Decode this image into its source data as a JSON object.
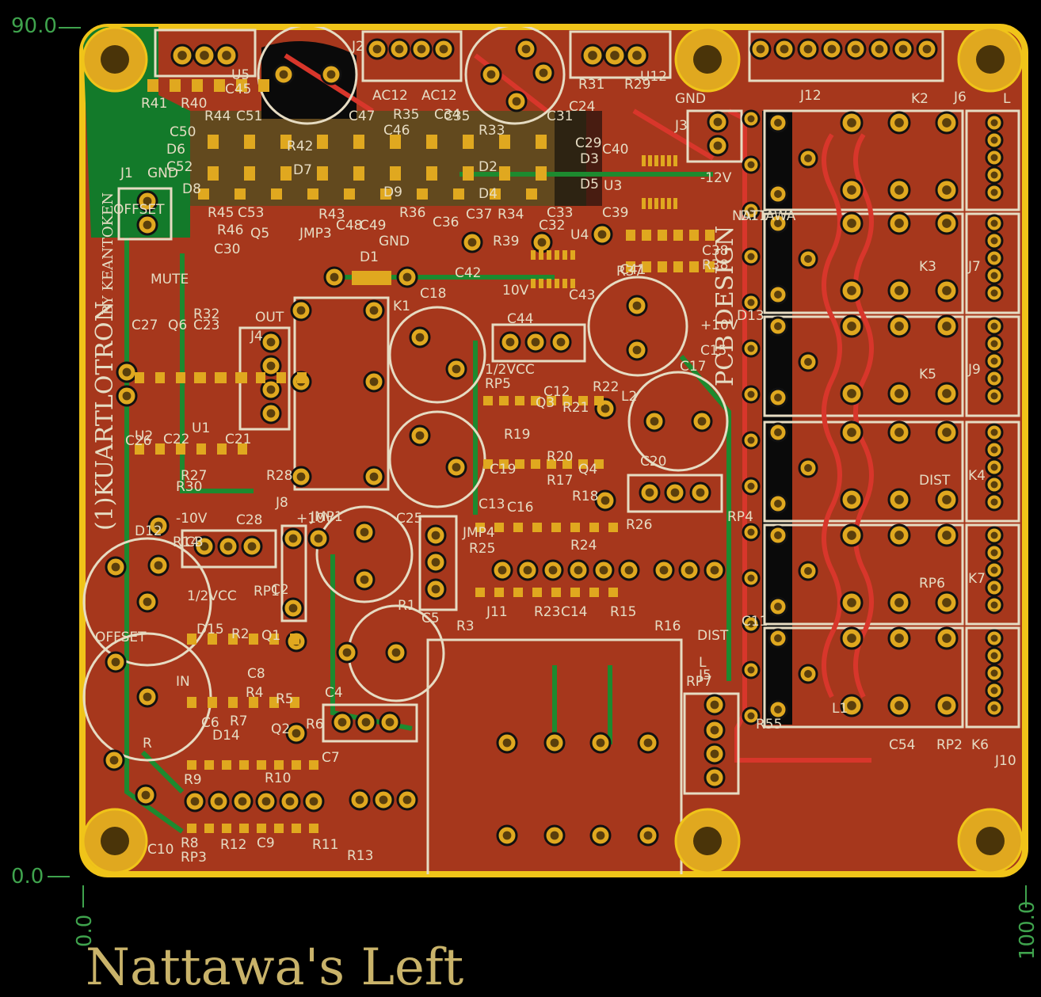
{
  "board": {
    "brand": "(1)KUARTLOTRON",
    "brand_by": "BY KEANTOKEN",
    "pcb_design": "PCB DESIGN",
    "pcb_designer": "NATTAWA",
    "title_bottom": "Nattawa's Left"
  },
  "dimensions": {
    "y_top": "90.0",
    "y_bottom": "0.0",
    "x_left": "0.0",
    "x_right": "100.0"
  },
  "labels": [
    "R41",
    "R40",
    "C45",
    "U5",
    "J2",
    "AC12",
    "AC12",
    "R31",
    "R29",
    "U12",
    "C24",
    "GND",
    "J12",
    "K2",
    "J6",
    "L",
    "R44",
    "C51",
    "C50",
    "R42",
    "C47",
    "C46",
    "R35",
    "C34",
    "C35",
    "R33",
    "C31",
    "C29",
    "C40",
    "D6",
    "D7",
    "D3",
    "C52",
    "D8",
    "D9",
    "D4",
    "D2",
    "D5",
    "U3",
    "J3",
    "-12V",
    "NATTAWA",
    "J1",
    "GND",
    "R45",
    "C53",
    "JMP3",
    "R43",
    "C48",
    "C49",
    "R36",
    "C36",
    "C37",
    "R34",
    "C32",
    "C33",
    "C39",
    "C38",
    "R38",
    "D11",
    "R46",
    "Q5",
    "GND",
    "R39",
    "U4",
    "MUTE",
    "C30",
    "D1",
    "C42",
    "R37",
    "C41",
    "K3",
    "J7",
    "OUT",
    "R32",
    "C18",
    "10V",
    "C43",
    "D13",
    "C27",
    "Q6",
    "C23",
    "J4",
    "K1",
    "C44",
    "C15",
    "+10V",
    "J9",
    "K5",
    "1/2VCC",
    "RP5",
    "C12",
    "R22",
    "C17",
    "L2",
    "U2",
    "U1",
    "Q3",
    "R21",
    "C26",
    "C22",
    "C21",
    "R19",
    "R20",
    "R30",
    "R27",
    "R28",
    "C19",
    "R17",
    "Q4",
    "C20",
    "DIST",
    "K4",
    "J8",
    "C25",
    "C16",
    "C13",
    "R18",
    "R26",
    "RP4",
    "D12",
    "-10V",
    "C28",
    "+10V",
    "JMP1",
    "JMP4",
    "R25",
    "R24",
    "R14",
    "C3",
    "1/2VCC",
    "RP1",
    "C2",
    "R1",
    "C5",
    "RP6",
    "K7",
    "J11",
    "R23",
    "C14",
    "R15",
    "R16",
    "C11",
    "D15",
    "R2",
    "Q1",
    "R3",
    "OFFSET",
    "C8",
    "R4",
    "R5",
    "C4",
    "DIST",
    "RP7",
    "J5",
    "L",
    "IN",
    "C6",
    "R7",
    "Q2",
    "R6",
    "L1",
    "C54",
    "R55",
    "D14",
    "C7",
    "RP2",
    "K6",
    "J10",
    "R",
    "R10",
    "R9",
    "R8",
    "R12",
    "C9",
    "R11",
    "R13",
    "C10",
    "RP3",
    "OFFSET"
  ],
  "colors": {
    "board_copper": "#a6371c",
    "top_copper": "#c1421f",
    "ground_fill": "#137a2a",
    "trace_green": "#1d8a2f",
    "trace_red": "#d8362b",
    "pad_gold": "#e0a81f",
    "hole_dark": "#4a3409",
    "silkscreen": "#e6dcc3",
    "edge_yellow": "#f0c419",
    "dim_green": "#3fa34d",
    "title_gold": "#c9b36a"
  }
}
